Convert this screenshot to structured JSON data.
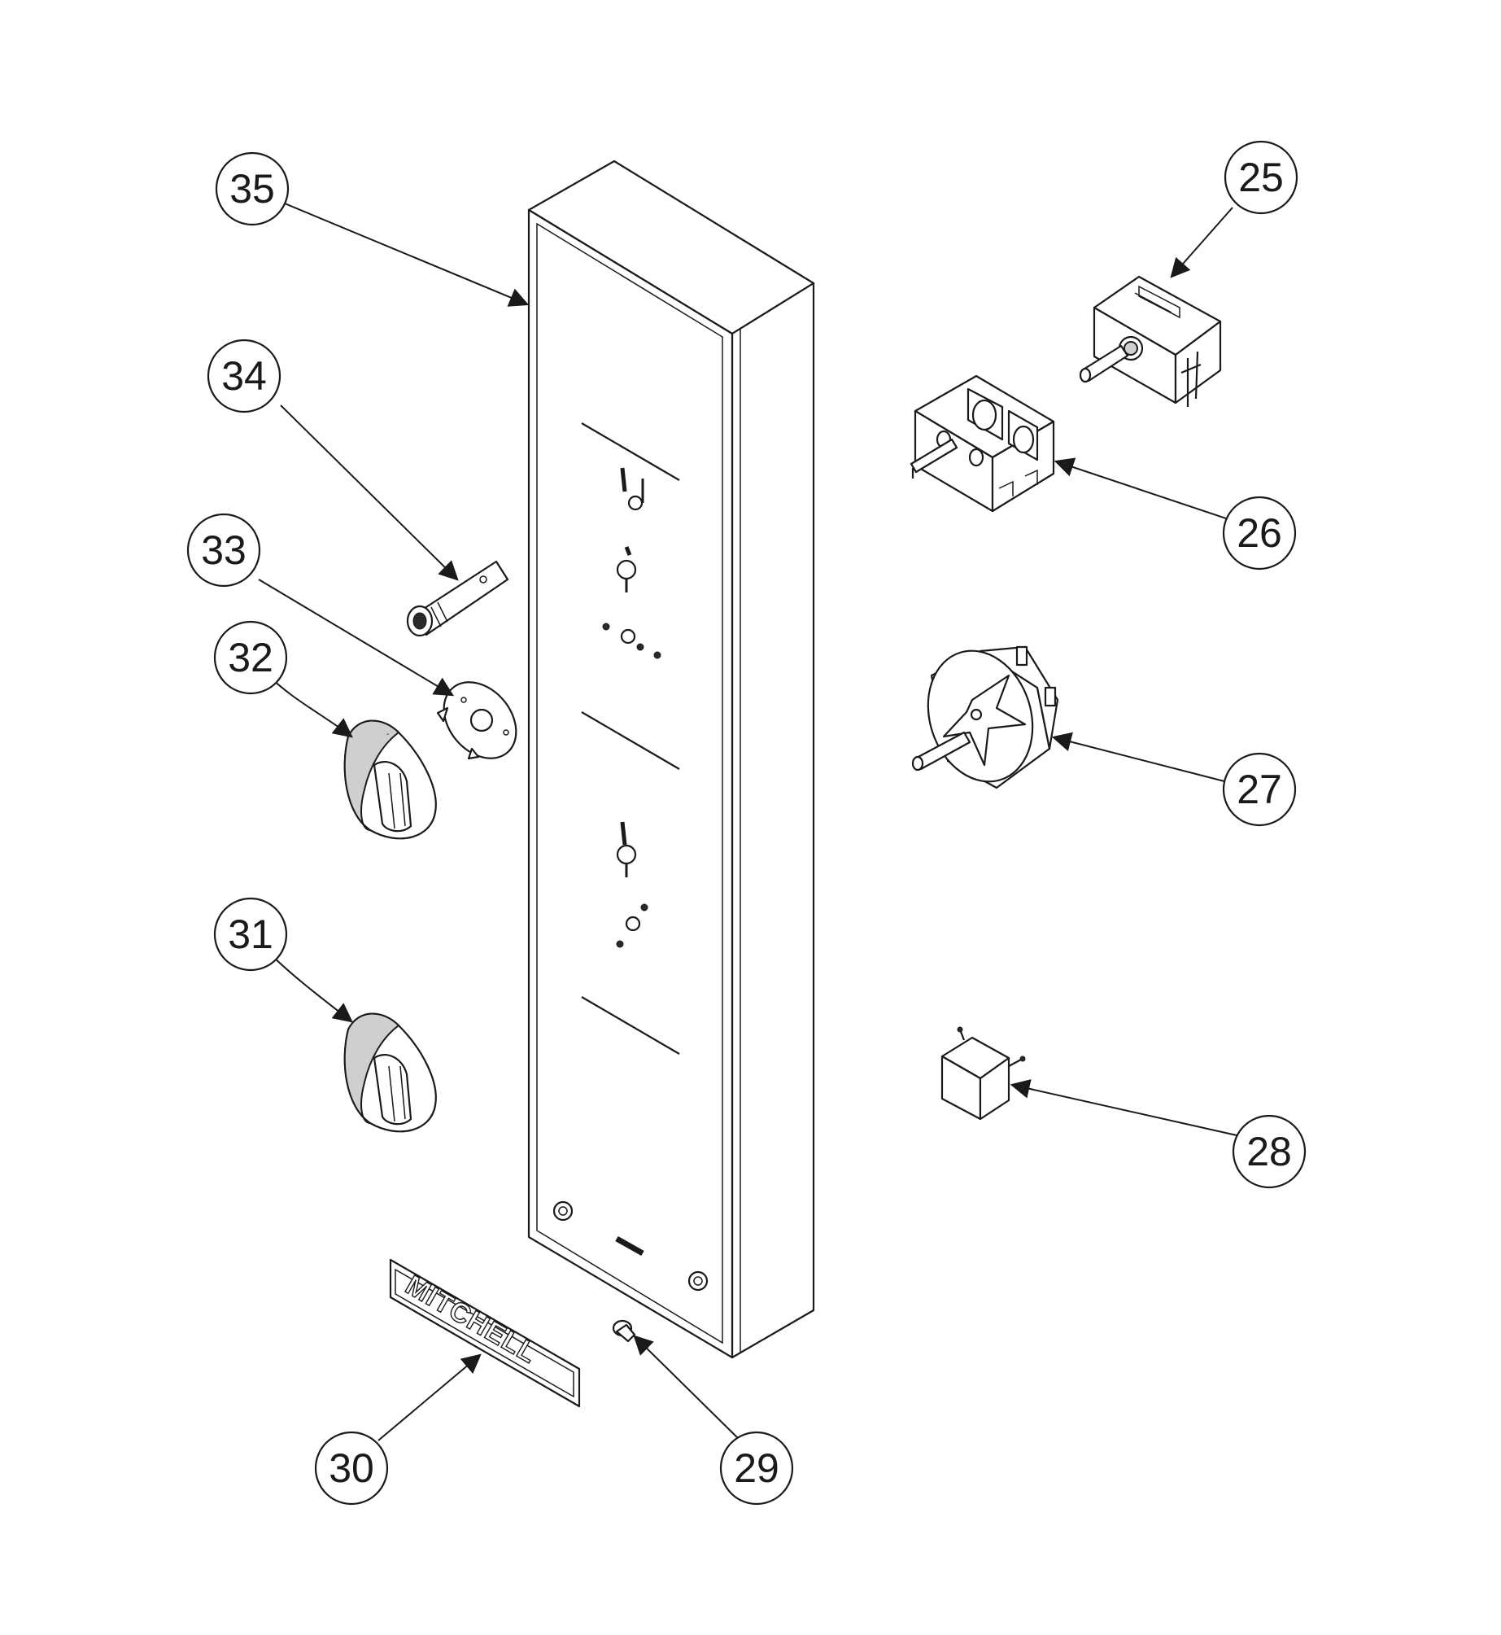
{
  "diagram": {
    "callouts": {
      "c25": "25",
      "c26": "26",
      "c27": "27",
      "c28": "28",
      "c29": "29",
      "c30": "30",
      "c31": "31",
      "c32": "32",
      "c33": "33",
      "c34": "34",
      "c35": "35"
    },
    "nameplate_text": "MITCHELL"
  }
}
